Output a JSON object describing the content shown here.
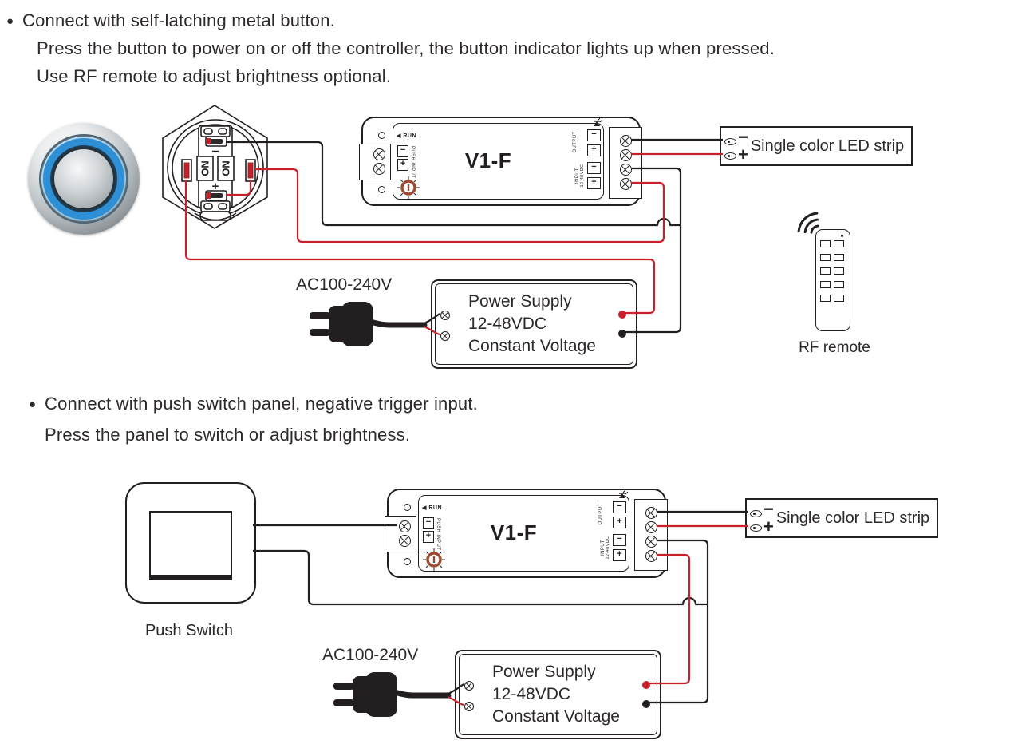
{
  "section1": {
    "bullet": "●",
    "line1": "Connect with self-latching metal button.",
    "line2": "Press the button to power on or off the controller, the button indicator lights up when pressed.",
    "line3": "Use RF remote to adjust brightness optional."
  },
  "section2": {
    "bullet": "●",
    "line1": "Connect with push switch panel, negative trigger input.",
    "line2": "Press the panel to switch or adjust brightness."
  },
  "controller": {
    "model": "V1-F",
    "run_label": "◀ RUN",
    "push_input_label": "PUSH INPUT",
    "output_label": "OUTPUT",
    "input_label": "INPUT",
    "input_voltage": "12-48VDC",
    "minus": "−",
    "plus": "+"
  },
  "latching_button": {
    "no_left": "NO",
    "no_right": "NO",
    "minus": "−",
    "plus": "+"
  },
  "led_strip": {
    "label": "Single color LED strip",
    "minus": "−",
    "plus": "+"
  },
  "rf_remote": {
    "label": "RF remote"
  },
  "power_supply": {
    "ac_input": "AC100-240V",
    "name": "Power Supply",
    "voltage": "12-48VDC",
    "type": "Constant Voltage"
  },
  "push_switch": {
    "label": "Push Switch"
  },
  "colors": {
    "wire_positive": "#c8202b",
    "wire_negative": "#231f20",
    "outline": "#231f20",
    "button_ring_blue": "#2f8fd4"
  }
}
